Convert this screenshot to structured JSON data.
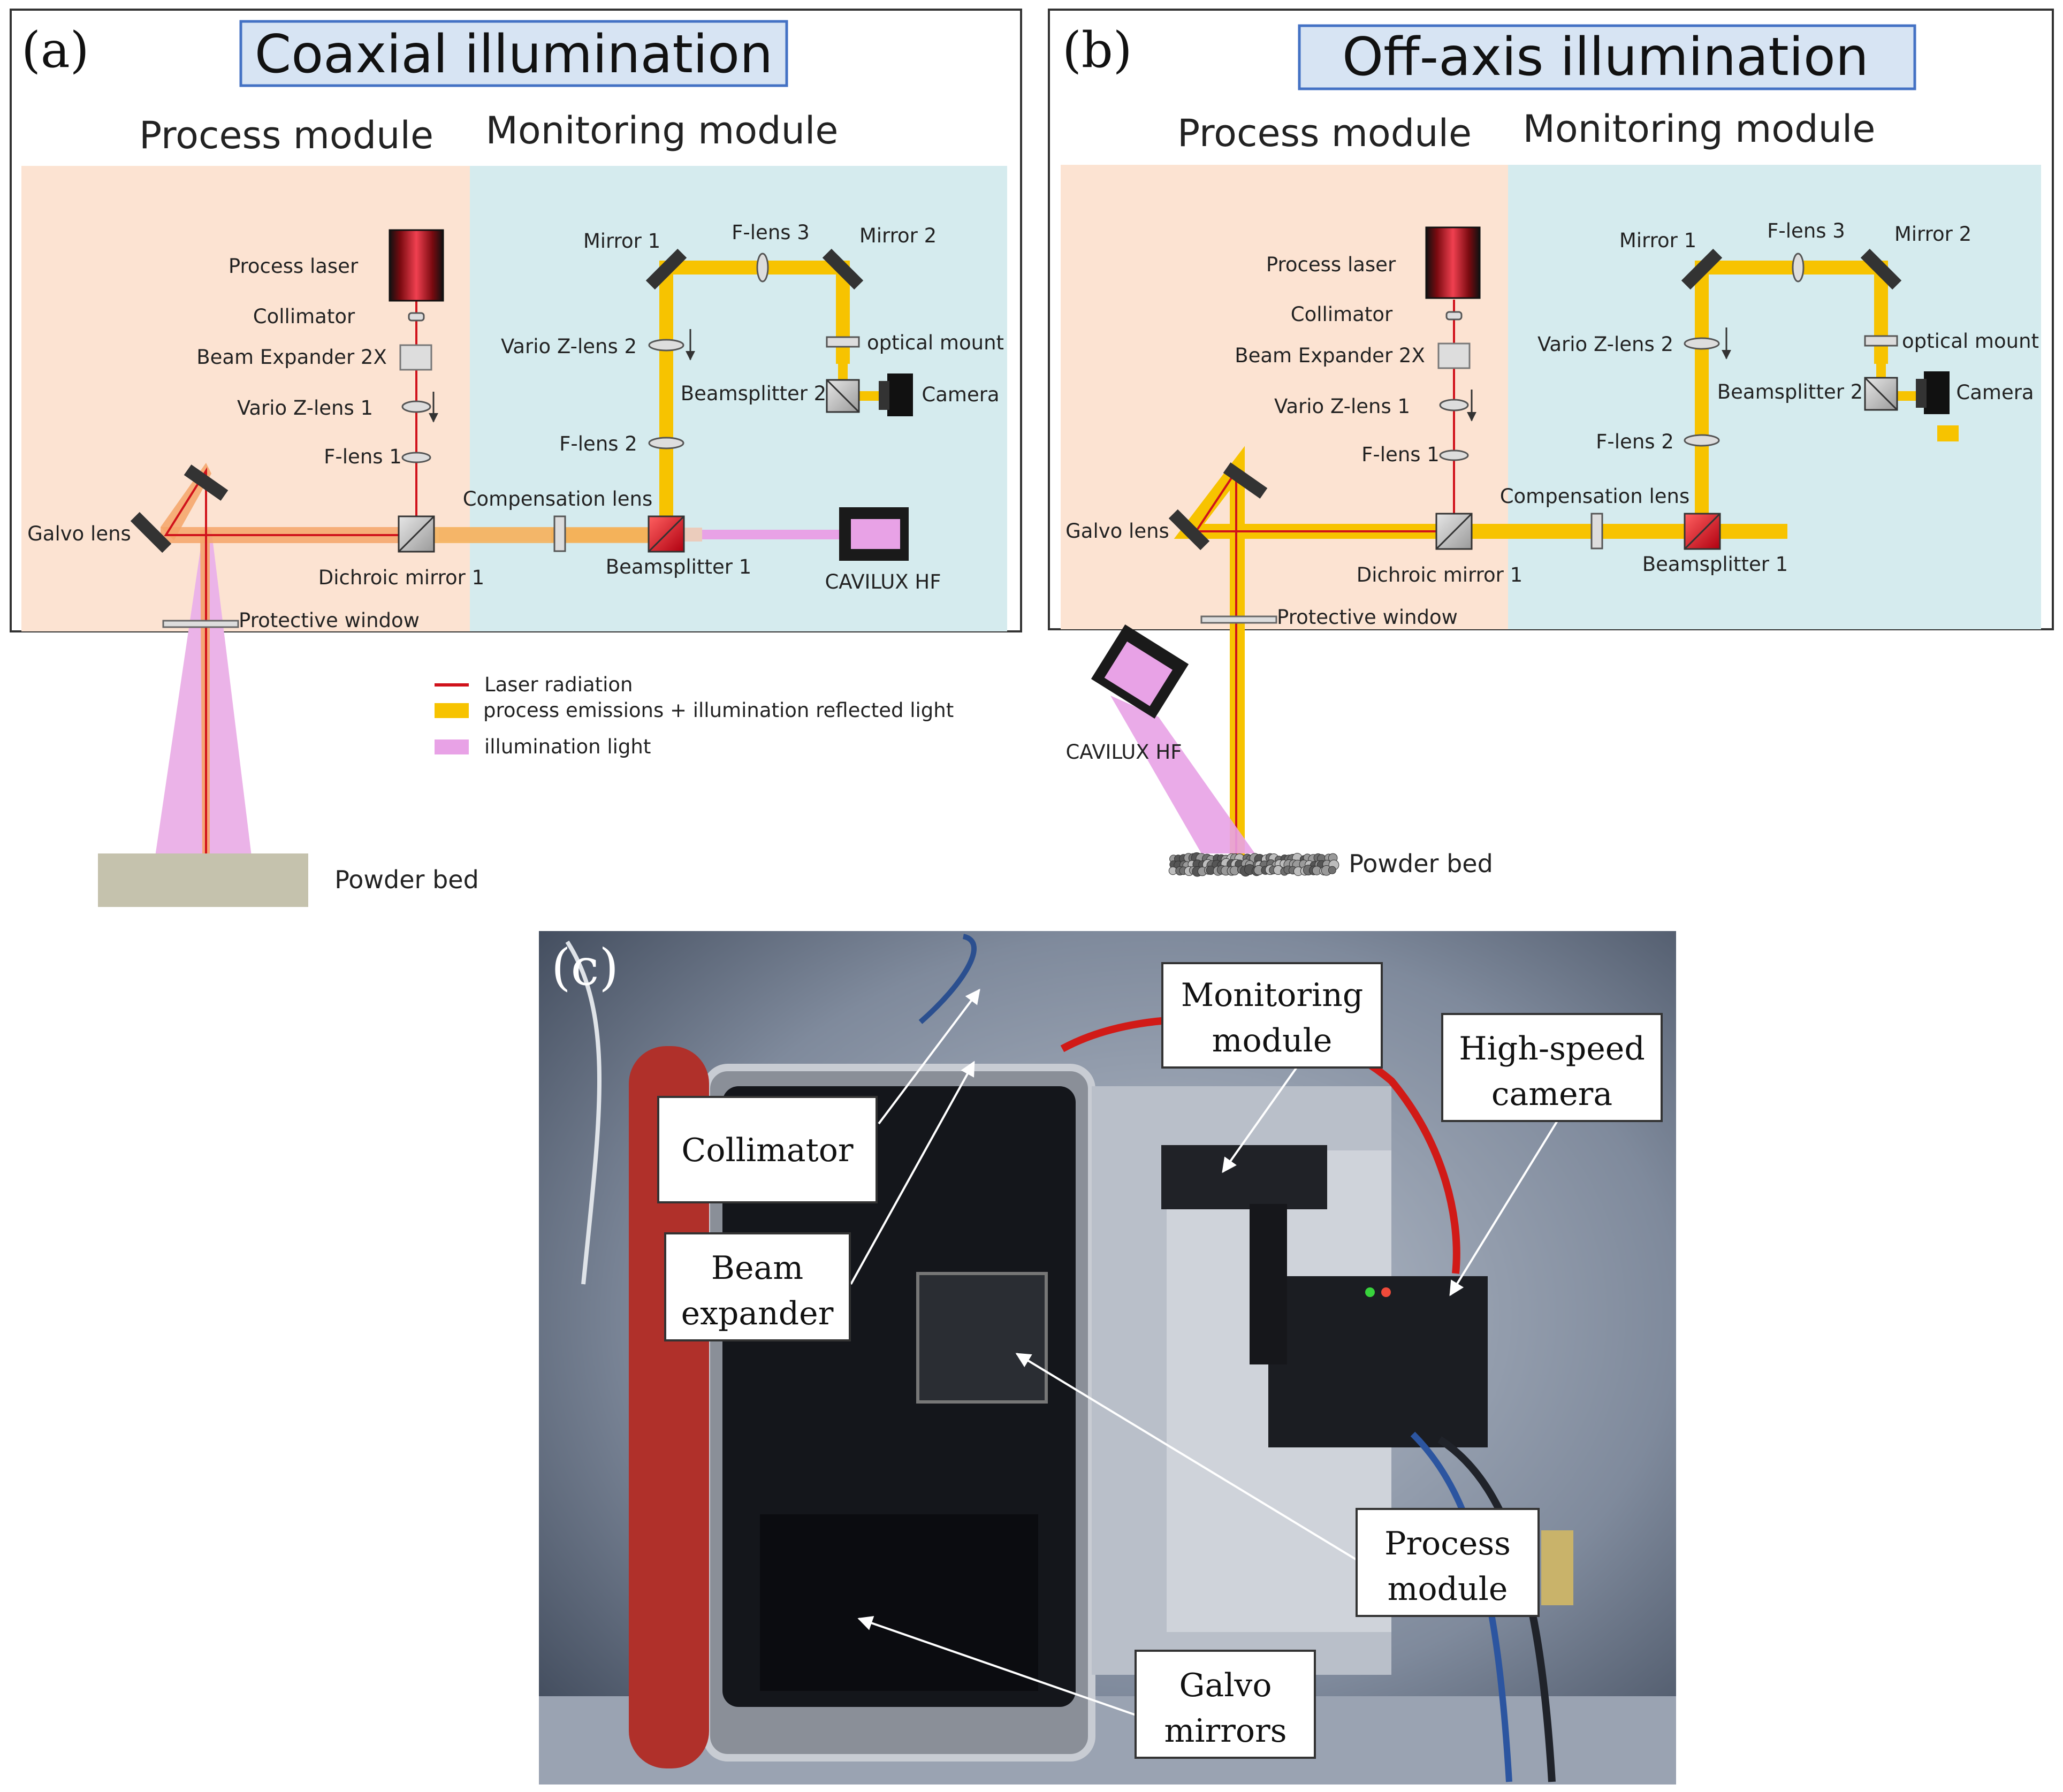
{
  "colors": {
    "laser": "#d0121b",
    "emission": "#f7c300",
    "illumination": "#e8a2e6",
    "process_bg": "#fce3d2",
    "monitor_bg": "#d5ebee",
    "title_bg": "#d7e4f3",
    "title_border": "#4472c4",
    "photo_bg": "#8e99ad"
  },
  "legend": {
    "laser": "Laser radiation",
    "emission": "process emissions + illumination reflected light",
    "illumination": "illumination light"
  },
  "panel_a": {
    "letter": "(a)",
    "title": "Coaxial illumination",
    "process_module": "Process module",
    "monitoring_module": "Monitoring module",
    "labels": {
      "process_laser": "Process  laser",
      "collimator": "Collimator",
      "beam_expander": "Beam Expander 2X",
      "vario1": "Vario Z-lens 1",
      "flens1": "F-lens 1",
      "galvo": "Galvo lens",
      "dichroic": "Dichroic mirror 1",
      "protective": "Protective window",
      "mirror1": "Mirror 1",
      "flens3": "F-lens 3",
      "mirror2": "Mirror 2",
      "vario2": "Vario Z-lens 2",
      "optical_mount": "optical mount",
      "beamsplitter2": "Beamsplitter 2",
      "camera": "Camera",
      "flens2": "F-lens 2",
      "compensation": "Compensation lens",
      "beamsplitter1": "Beamsplitter 1",
      "cavilux": "CAVILUX HF"
    },
    "powder_bed": "Powder bed"
  },
  "panel_b": {
    "letter": "(b)",
    "title": "Off-axis illumination",
    "process_module": "Process module",
    "monitoring_module": "Monitoring module",
    "labels": {
      "process_laser": "Process  laser",
      "collimator": "Collimator",
      "beam_expander": "Beam Expander 2X",
      "vario1": "Vario Z-lens 1",
      "flens1": "F-lens 1",
      "galvo": "Galvo lens",
      "dichroic": "Dichroic mirror 1",
      "protective": "Protective window",
      "mirror1": "Mirror 1",
      "flens3": "F-lens 3",
      "mirror2": "Mirror 2",
      "vario2": "Vario Z-lens 2",
      "optical_mount": "optical mount",
      "beamsplitter2": "Beamsplitter 2",
      "camera": "Camera",
      "flens2": "F-lens 2",
      "compensation": "Compensation lens",
      "beamsplitter1": "Beamsplitter 1",
      "cavilux": "CAVILUX HF"
    },
    "powder_bed": "Powder bed"
  },
  "panel_c": {
    "letter": "(c)",
    "labels": {
      "monitoring_1": "Monitoring",
      "monitoring_2": "module",
      "highspeed_1": "High-speed",
      "highspeed_2": "camera",
      "collimator": "Collimator",
      "beam_1": "Beam",
      "beam_2": "expander",
      "process_1": "Process",
      "process_2": "module",
      "galvo_1": "Galvo",
      "galvo_2": "mirrors"
    }
  }
}
